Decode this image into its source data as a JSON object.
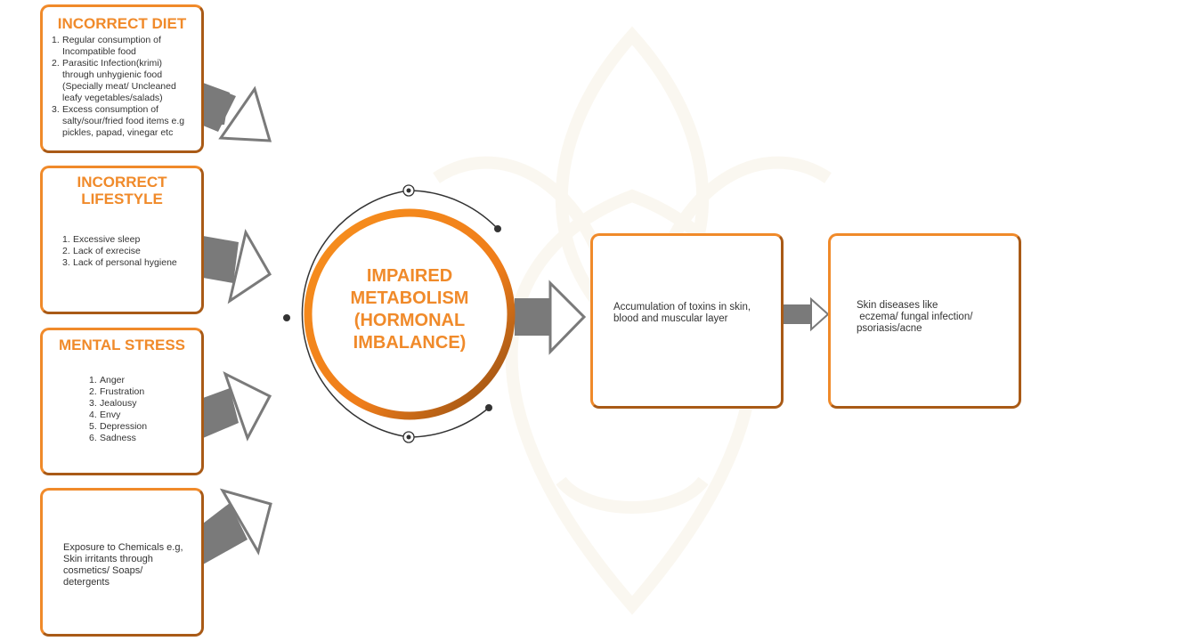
{
  "colors": {
    "accent": "#f08a2a",
    "dark_accent": "#a95a16",
    "arrow": "#808080"
  },
  "causes": [
    {
      "title": "INCORRECT DIET",
      "items": [
        {
          "num": "1.",
          "text": "Regular consumption of Incompatible food"
        },
        {
          "num": "2.",
          "text": "Parasitic Infection(krimi) through unhygienic food (Specially meat/ Uncleaned leafy vegetables/salads)"
        },
        {
          "num": "3.",
          "text": "Excess consumption of salty/sour/fried food items e.g pickles, papad, vinegar etc"
        }
      ]
    },
    {
      "title": "INCORRECT LIFESTYLE",
      "items": [
        {
          "num": "1.",
          "text": "Excessive sleep"
        },
        {
          "num": "2.",
          "text": "Lack of exrecise"
        },
        {
          "num": "3.",
          "text": "Lack of personal hygiene"
        }
      ]
    },
    {
      "title": "MENTAL STRESS",
      "items": [
        {
          "num": "1.",
          "text": "Anger"
        },
        {
          "num": "2.",
          "text": "Frustration"
        },
        {
          "num": "3.",
          "text": "Jealousy"
        },
        {
          "num": "4.",
          "text": "Envy"
        },
        {
          "num": "5.",
          "text": "Depression"
        },
        {
          "num": "6.",
          "text": "Sadness"
        }
      ]
    },
    {
      "text": "Exposure to Chemicals e.g, Skin irritants through cosmetics/ Soaps/ detergents"
    }
  ],
  "center": {
    "line1": "IMPAIRED",
    "line2": "METABOLISM",
    "line3": "(HORMONAL",
    "line4": "IMBALANCE)"
  },
  "effect": {
    "text": "Accumulation of toxins in skin, blood and muscular layer"
  },
  "outcome": {
    "line1": "Skin diseases like",
    "line2": " eczema/ fungal infection/ psoriasis/acne"
  }
}
